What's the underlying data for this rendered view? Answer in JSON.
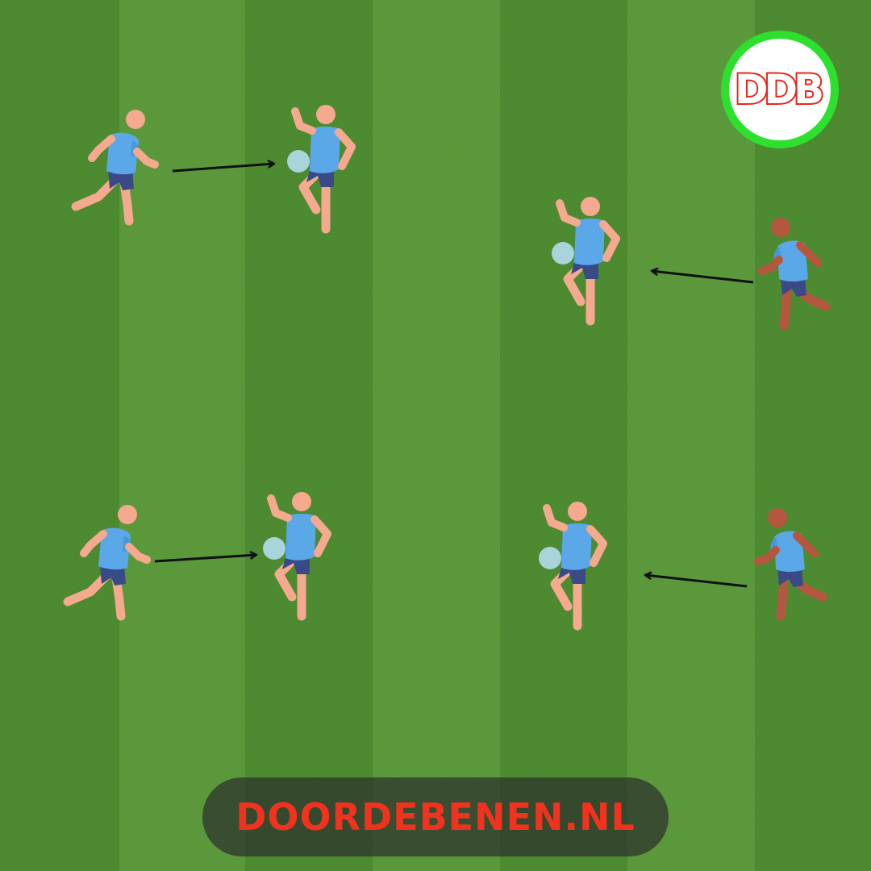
{
  "logo": {
    "text": "DDB"
  },
  "banner": {
    "text": "DOORDEBENEN.NL"
  },
  "colors": {
    "grass_dark": "#4a8a2c",
    "grass_light": "#5a9a38",
    "shirt": "#5aa8e8",
    "shorts": "#3a4a86",
    "skin_light": "#f5a98e",
    "skin_dark": "#b5573e",
    "ball": "#a8d4da",
    "logo_ring": "#2ee02e",
    "logo_letters": "#e8261a",
    "banner_text": "#f0321e"
  },
  "drills": [
    {
      "passer": "light-skin",
      "receiver": "light-skin",
      "direction": "left-to-right"
    },
    {
      "passer": "dark-skin",
      "receiver": "light-skin",
      "direction": "right-to-left"
    },
    {
      "passer": "light-skin",
      "receiver": "light-skin",
      "direction": "left-to-right"
    },
    {
      "passer": "dark-skin",
      "receiver": "light-skin",
      "direction": "right-to-left"
    }
  ]
}
